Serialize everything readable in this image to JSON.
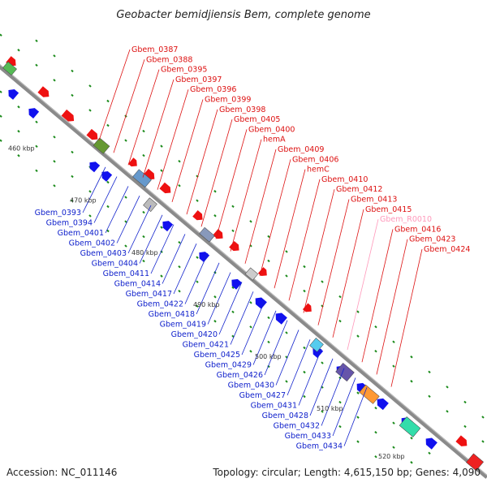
{
  "title": "Geobacter bemidjiensis Bem, complete genome",
  "footer": {
    "accession": "Accession: NC_011146",
    "summary": "Topology: circular; Length: 4,615,150 bp; Genes: 4,090"
  },
  "colors": {
    "backbone": "#8a8a8a",
    "label_red": "#dd1111",
    "label_blue": "#1122cc",
    "label_pink": "#ff99bb",
    "tick": "#1a8a1a"
  },
  "ticks": [
    "460 kbp",
    "470 kbp",
    "480 kbp",
    "490 kbp",
    "500 kbp",
    "510 kbp",
    "520 kbp"
  ],
  "labels_top": [
    "Gbem_0387",
    "Gbem_0388",
    "Gbem_0395",
    "Gbem_0397",
    "Gbem_0396",
    "Gbem_0399",
    "Gbem_0398",
    "Gbem_0405",
    "Gbem_0400",
    "hemA",
    "Gbem_0409",
    "Gbem_0406",
    "hemC",
    "Gbem_0410",
    "Gbem_0412",
    "Gbem_0413",
    "Gbem_0415",
    "Gbem_R0010",
    "Gbem_0416",
    "Gbem_0423",
    "Gbem_0424"
  ],
  "labels_bottom": [
    "Gbem_0393",
    "Gbem_0394",
    "Gbem_0401",
    "Gbem_0402",
    "Gbem_0403",
    "Gbem_0404",
    "Gbem_0411",
    "Gbem_0414",
    "Gbem_0417",
    "Gbem_0422",
    "Gbem_0418",
    "Gbem_0419",
    "Gbem_0420",
    "Gbem_0421",
    "Gbem_0425",
    "Gbem_0429",
    "Gbem_0426",
    "Gbem_0430",
    "Gbem_0427",
    "Gbem_0431",
    "Gbem_0428",
    "Gbem_0432",
    "Gbem_0433",
    "Gbem_0434"
  ]
}
